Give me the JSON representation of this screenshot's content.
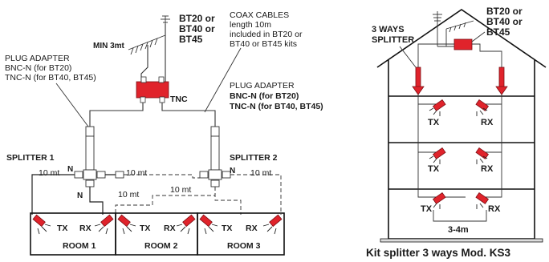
{
  "left": {
    "device_label": [
      "BT20 or",
      "BT40 or",
      "BT45"
    ],
    "min_label": "MIN 3mt",
    "coax": [
      "COAX CABLES",
      "length 10m",
      "included in BT20 or",
      "BT40 or BT45 kits"
    ],
    "tnc": "TNC",
    "plug_left": {
      "title": [
        "PLUG ADAPTER"
      ],
      "line1": "BNC-N (for BT20)",
      "line2": "TNC-N (for BT40, BT45)"
    },
    "plug_right": {
      "title": [
        "PLUG ADAPTER"
      ],
      "line1": "BNC-N (for BT20)",
      "line2": "TNC-N (for BT40, BT45)"
    },
    "splitter1": "SPLITTER 1",
    "splitter2": "SPLITTER 2",
    "n": "N",
    "mt": "10 mt",
    "tx": "TX",
    "rx": "RX",
    "rooms": [
      "ROOM 1",
      "ROOM 2",
      "ROOM 3"
    ]
  },
  "right": {
    "splitter_label": [
      "3 WAYS",
      "SPLITTER"
    ],
    "device_label": [
      "BT20 or",
      "BT40 or",
      "BT45"
    ],
    "tx": "TX",
    "rx": "RX",
    "distance": "3-4m",
    "caption": "Kit splitter 3 ways Mod. KS3"
  },
  "colors": {
    "accent": "#e0232b",
    "ink": "#1a1a1a"
  }
}
